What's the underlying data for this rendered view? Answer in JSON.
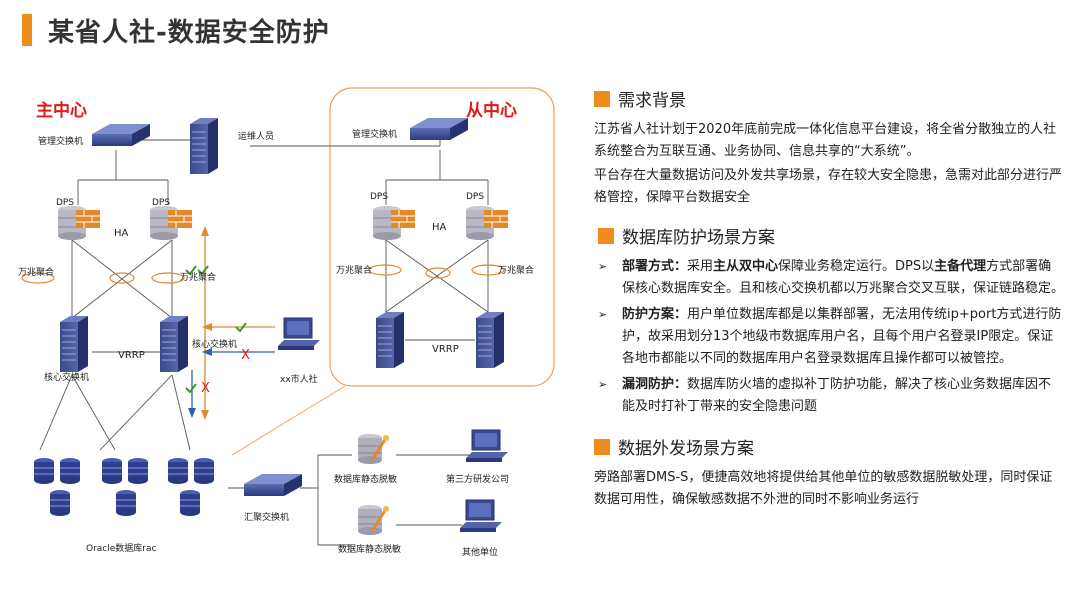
{
  "title": "某省人社-数据安全防护",
  "diagram": {
    "main_center": "主中心",
    "sub_center": "从中心",
    "mgmt_switch": "管理交换机",
    "ops_person": "运维人员",
    "dps": "DPS",
    "ha": "HA",
    "ten_g_agg": "万兆聚合",
    "core_switch": "核心交换机",
    "vrrp": "VRRP",
    "city_user": "xx市人社",
    "oracle_rac": "Oracle数据库rac",
    "agg_switch": "汇聚交换机",
    "static_mask": "数据库静态脱敏",
    "third_party": "第三方研发公司",
    "other_unit": "其他单位",
    "cross_mark": "X"
  },
  "sections": {
    "background": {
      "title": "需求背景",
      "p1": "江苏省人社计划于2020年底前完成一体化信息平台建设，将全省分散独立的人社系统整合为互联互通、业务协同、信息共享的“大系统”。",
      "p2": "平台存在大量数据访问及外发共享场景，存在较大安全隐患，急需对此部分进行严格管控，保障平台数据安全"
    },
    "db_protect": {
      "title": "数据库防护场景方案",
      "b1_label": "部署方式：",
      "b1_t1": "采用",
      "b1_t2": "主从双中心",
      "b1_t3": "保障业务稳定运行。DPS以",
      "b1_t4": "主备代理",
      "b1_t5": "方式部署确保核心数据库安全。且和核心交换机都以万兆聚合交叉互联，保证链路稳定。",
      "b2_label": "防护方案：",
      "b2_text": "用户单位数据库都是以集群部署，无法用传统ip+port方式进行防护，故采用划分13个地级市数据库用户名，且每个用户名登录IP限定。保证各地市都能以不同的数据库用户名登录数据库且操作都可以被管控。",
      "b3_label": "漏洞防护：",
      "b3_text": "数据库防火墙的虚拟补丁防护功能，解决了核心业务数据库因不能及时打补丁带来的安全隐患问题"
    },
    "outbound": {
      "title": "数据外发场景方案",
      "p1": "旁路部署DMS-S，便捷高效地将提供给其他单位的敏感数据脱敏处理，同时保证数据可用性，确保敏感数据不外泄的同时不影响业务运行"
    }
  },
  "colors": {
    "accent": "#f08c1e",
    "red": "#e01818",
    "device_blue": "#3b4f96",
    "green_check": "#3a9a2a"
  }
}
